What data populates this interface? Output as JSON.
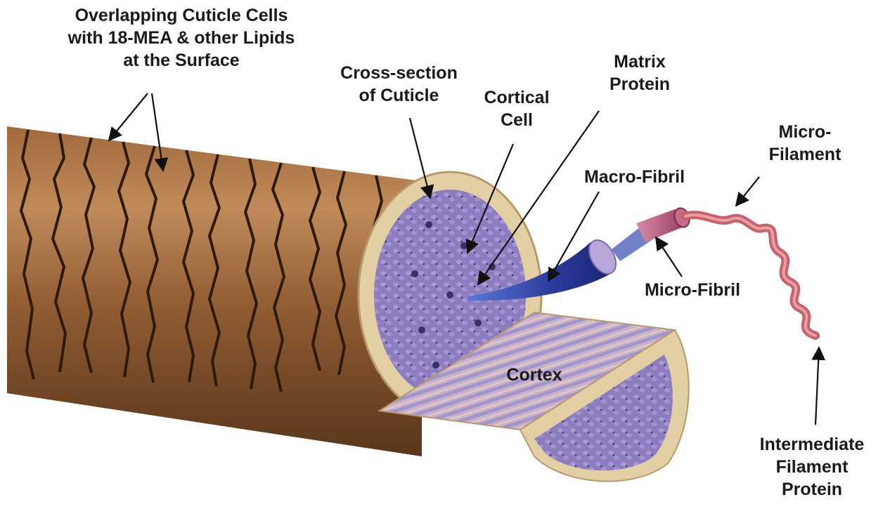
{
  "labels": {
    "cuticle_cells": [
      "Overlapping Cuticle Cells",
      "with 18-MEA & other Lipids",
      "at the Surface"
    ],
    "cross_section": [
      "Cross-section",
      "of Cuticle"
    ],
    "matrix_protein": [
      "Matrix",
      "Protein"
    ],
    "cortical_cell": [
      "Cortical",
      "Cell"
    ],
    "micro_filament": [
      "Micro-",
      "Filament"
    ],
    "macro_fibril": "Macro-Fibril",
    "micro_fibril": "Micro-Fibril",
    "cortex": "Cortex",
    "intermediate_filament_protein": [
      "Intermediate",
      "Filament",
      "Protein"
    ]
  },
  "colors": {
    "cuticle_brown": "#8a5a34",
    "cuticle_dark": "#3b220f",
    "cuticle_ring": "#e3cfa4",
    "cortex_purple": "#8f7fc0",
    "cortex_cell_dark": "#3d2f66",
    "macrofibril_blue": "#2c3f9e",
    "microfibril_pink": "#b85a7c",
    "protein_red": "#c9616a"
  }
}
